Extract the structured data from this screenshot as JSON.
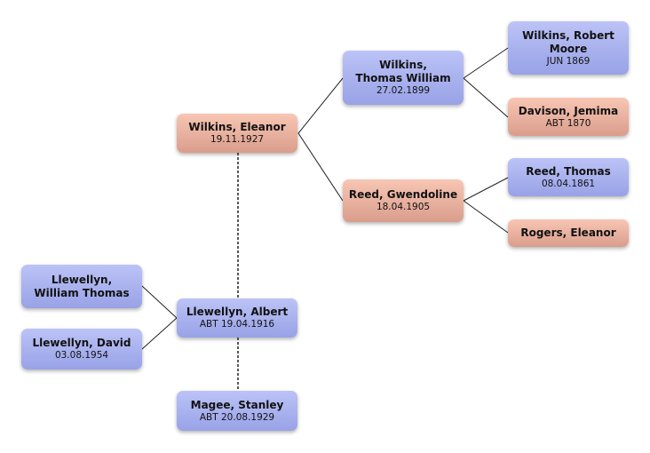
{
  "people": {
    "eleanor_wilkins": {
      "name": "Wilkins, Eleanor",
      "date": "19.11.1927"
    },
    "thomas_william_wilkins": {
      "name": "Wilkins, Thomas William",
      "date": "27.02.1899"
    },
    "gwendoline_reed": {
      "name": "Reed, Gwendoline",
      "date": "18.04.1905"
    },
    "robert_moore_wilkins": {
      "name": "Wilkins, Robert Moore",
      "date": "JUN 1869"
    },
    "jemima_davison": {
      "name": "Davison, Jemima",
      "date": "ABT 1870"
    },
    "thomas_reed": {
      "name": "Reed, Thomas",
      "date": "08.04.1861"
    },
    "eleanor_rogers": {
      "name": "Rogers, Eleanor"
    },
    "william_thomas_llewellyn": {
      "name": "Llewellyn, William Thomas"
    },
    "david_llewellyn": {
      "name": "Llewellyn, David",
      "date": "03.08.1954"
    },
    "albert_llewellyn": {
      "name": "Llewellyn, Albert",
      "date": "ABT 19.04.1916"
    },
    "stanley_magee": {
      "name": "Magee, Stanley",
      "date": "ABT 20.08.1929"
    }
  },
  "colors": {
    "male": "#a9b1ee",
    "female": "#e9ae9d"
  }
}
